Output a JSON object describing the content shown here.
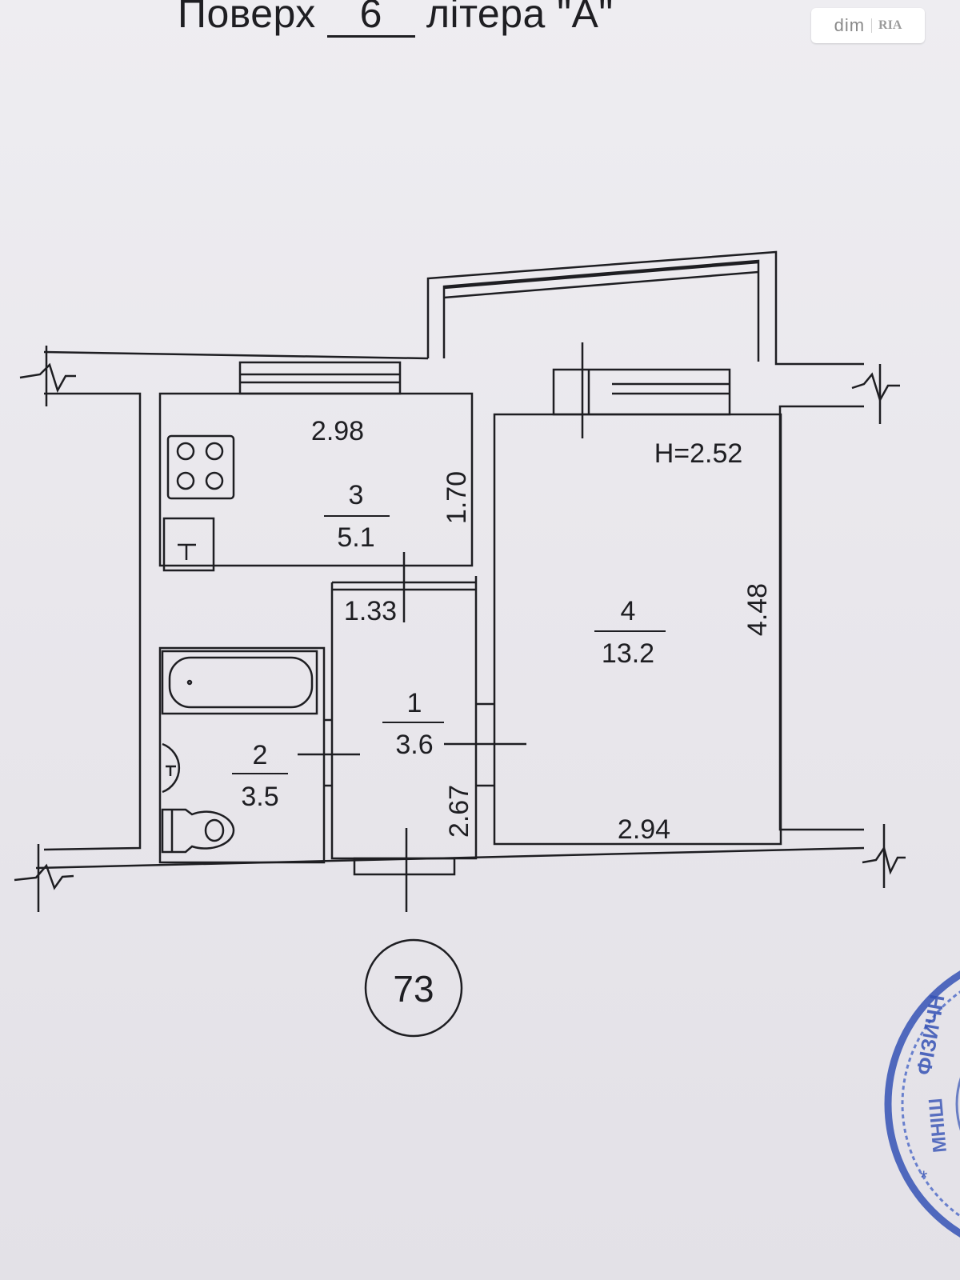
{
  "header": {
    "floor_label": "Поверх",
    "floor_number": "6",
    "letter_label": "літера \"А\""
  },
  "watermark": {
    "brand": "dim",
    "brand_sub": "RIA"
  },
  "plan": {
    "height_label": "H=2.52",
    "apartment_number": "73",
    "rooms": [
      {
        "number": "3",
        "area": "5.1"
      },
      {
        "number": "2",
        "area": "3.5"
      },
      {
        "number": "1",
        "area": "3.6"
      },
      {
        "number": "4",
        "area": "13.2"
      }
    ],
    "dimensions": {
      "kitchen_width": "2.98",
      "kitchen_depth": "1.70",
      "hall_width": "1.33",
      "hall_depth": "2.67",
      "room_depth": "4.48",
      "room_width": "2.94"
    }
  },
  "stamp": {
    "text_line1": "ФІЗИЧН",
    "text_line2": "МНІШ"
  },
  "colors": {
    "ink": "#1e1e22",
    "paper": "#e9e7ec",
    "stamp": "#2f4fb0"
  }
}
